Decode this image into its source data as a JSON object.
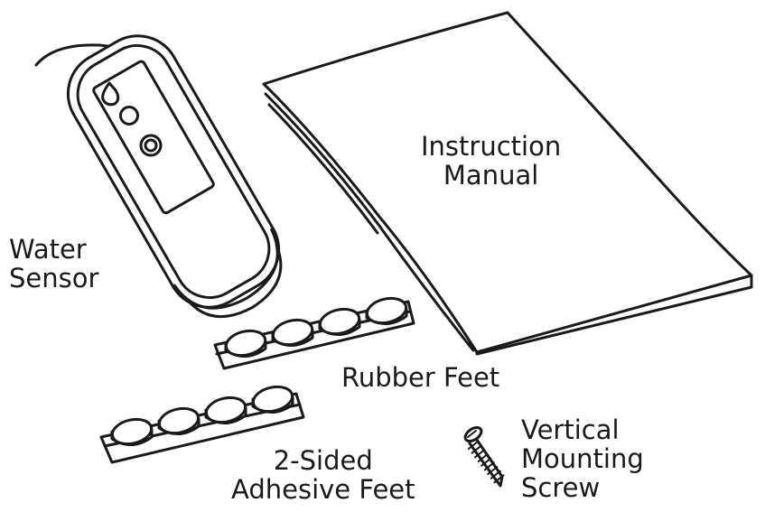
{
  "labels": {
    "water_sensor": [
      "Water",
      "Sensor"
    ],
    "instruction_manual": [
      "Instruction",
      "Manual"
    ],
    "rubber_feet": "Rubber Feet",
    "adhesive_feet": [
      "2-Sided",
      "Adhesive Feet"
    ],
    "mounting_screw": [
      "Vertical",
      "Mounting",
      "Screw"
    ]
  },
  "style": {
    "line_color": "#1a1a1a",
    "fill_color": "#ffffff"
  }
}
